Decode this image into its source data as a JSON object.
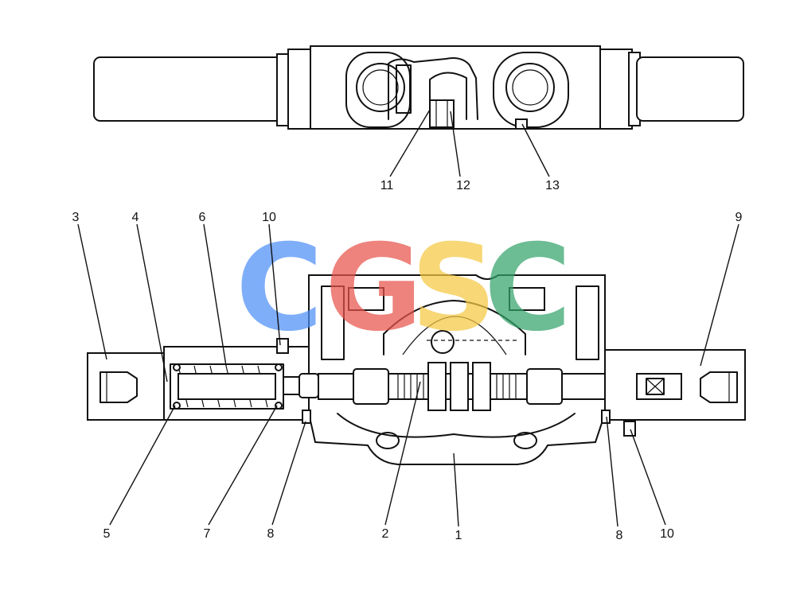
{
  "diagram": {
    "labels": {
      "l1": "1",
      "l2": "2",
      "l3": "3",
      "l4": "4",
      "l5": "5",
      "l6": "6",
      "l7": "7",
      "l8a": "8",
      "l8b": "8",
      "l9": "9",
      "l10a": "10",
      "l10b": "10",
      "l11": "11",
      "l12": "12",
      "l13": "13"
    },
    "watermark": {
      "letters": [
        "C",
        "G",
        "S",
        "C"
      ],
      "colors": [
        "#4f8ff7",
        "#e8534a",
        "#f5c842",
        "#34a36b"
      ]
    }
  }
}
